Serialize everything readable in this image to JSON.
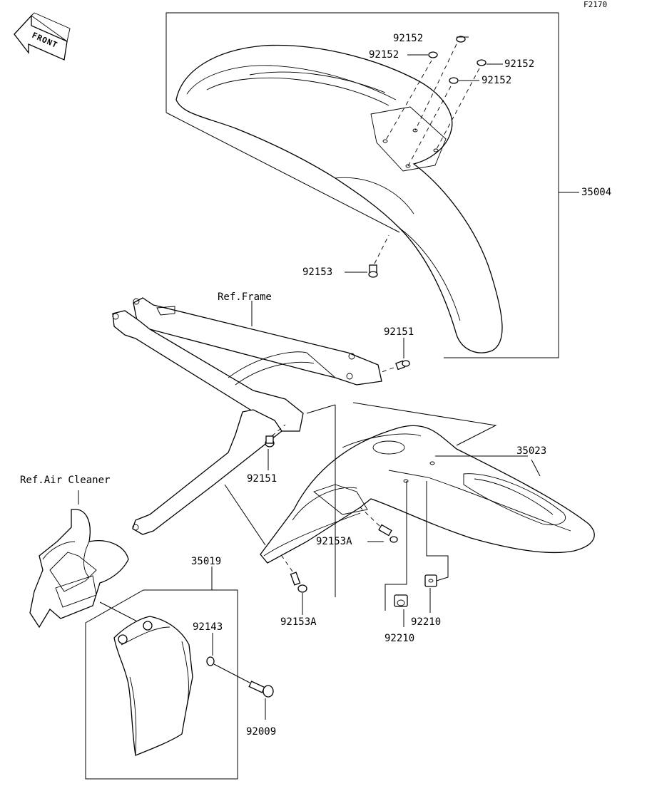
{
  "diagram_id": "F2170",
  "front_label": "FRONT",
  "refs": {
    "frame": "Ref.Frame",
    "air_cleaner": "Ref.Air Cleaner"
  },
  "parts": {
    "front_fender": "35004",
    "rear_fender": "35023",
    "mud_flap": "35019",
    "washer_front_1": "92152",
    "washer_front_2": "92152",
    "washer_front_3": "92152",
    "washer_front_4": "92152",
    "bolt_front": "92153",
    "bolt_frame_1": "92151",
    "bolt_frame_2": "92151",
    "bolt_rear_1": "92153A",
    "bolt_rear_2": "92153A",
    "nut_1": "92210",
    "nut_2": "92210",
    "washer_flap": "92143",
    "screw_flap": "92009"
  }
}
